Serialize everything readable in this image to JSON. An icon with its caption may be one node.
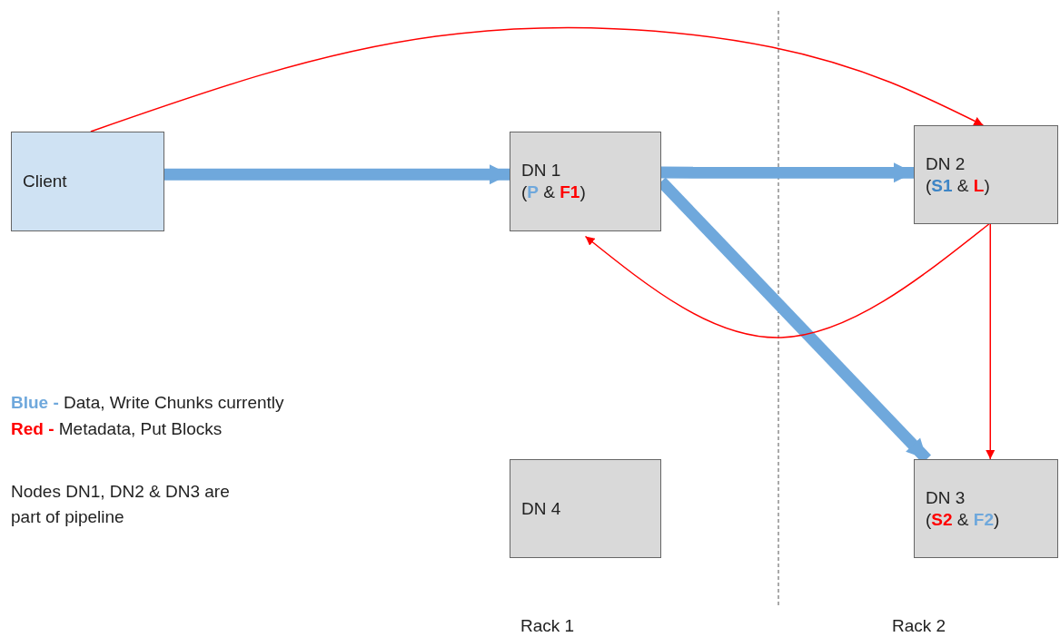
{
  "diagram": {
    "nodes": [
      {
        "text": [
          "Client"
        ]
      },
      {
        "text": [
          "DN 1",
          "(**P** & **F1**)"
        ]
      },
      {
        "text": [
          "DN 2",
          "(**S1** & **L**)"
        ]
      },
      {
        "text": [
          "DN 4"
        ]
      },
      {
        "text": [
          "DN 3",
          "(**S2** & **F2**)"
        ]
      }
    ],
    "edges": [
      {
        "from": 0,
        "to": 1,
        "arrow": "to",
        "style": "thick",
        "color": "#6fa8dc"
      },
      {
        "from": 1,
        "to": 2,
        "arrow": "to",
        "style": "thick",
        "color": "#6fa8dc"
      },
      {
        "from": 1,
        "to": 4,
        "arrow": "to",
        "style": "thick",
        "color": "#6fa8dc"
      },
      {
        "from": 0,
        "to": 2,
        "arrow": "to",
        "color": "#ff0000"
      },
      {
        "from": 2,
        "to": 1,
        "arrow": "to",
        "color": "#ff0000"
      },
      {
        "from": 2,
        "to": 4,
        "arrow": "to",
        "color": "#ff0000"
      }
    ],
    "labels": [
      "Nodes DN1, DN2 & DN3 are part of pipeline",
      "Rack 1",
      "Rack 2"
    ],
    "legend": [
      {
        "text": "**Blue -** Data, Write Chunks currently",
        "color": "#6fa8dc"
      },
      {
        "text": "**Red -** Metadata, Put Blocks",
        "color": "#ff0000"
      }
    ]
  }
}
